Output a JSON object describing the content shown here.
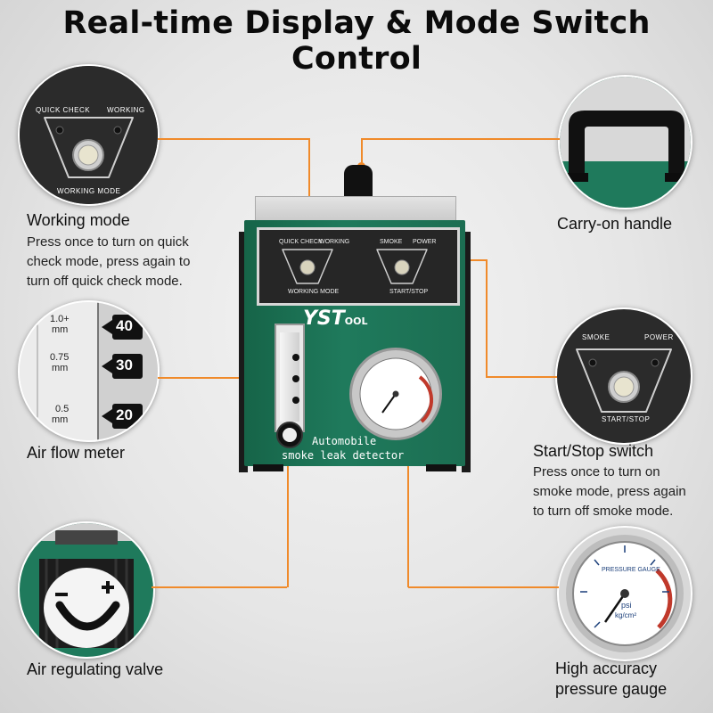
{
  "title": "Real-time Display & Mode Switch Control",
  "callouts": {
    "working_mode": {
      "title": "Working mode",
      "description_lines": [
        "Press once to turn on quick",
        "check mode, press again to",
        "turn off quick check mode."
      ]
    },
    "carry_handle": {
      "title": "Carry-on handle"
    },
    "air_flow_meter": {
      "title": "Air flow meter"
    },
    "start_stop": {
      "title": "Start/Stop switch",
      "description_lines": [
        "Press once to turn on",
        "smoke mode, press again",
        "to turn off smoke mode."
      ]
    },
    "air_valve": {
      "title": "Air regulating valve"
    },
    "pressure_gauge": {
      "title_lines": [
        "High accuracy",
        "pressure gauge"
      ]
    }
  },
  "zoom_working_mode": {
    "quick_check": "QUICK CHECK",
    "working": "WORKING",
    "working_mode": "WORKING MODE"
  },
  "zoom_start_stop": {
    "smoke": "SMOKE",
    "power": "POWER",
    "start_stop": "START/STOP"
  },
  "flow_meter": {
    "rows": [
      {
        "size": "1.0+",
        "unit": "mm",
        "mark": "40"
      },
      {
        "size": "0.75",
        "unit": "mm",
        "mark": "30"
      },
      {
        "size": "0.5",
        "unit": "mm",
        "mark": "20"
      }
    ]
  },
  "machine": {
    "panel_left": [
      "QUICK CHECK",
      "WORKING",
      "WORKING MODE"
    ],
    "panel_right": [
      "SMOKE",
      "POWER",
      "START/STOP"
    ],
    "brand_main": "YST",
    "brand_suffix": "OOL",
    "label_line1": "Automobile",
    "label_line2": "smoke leak detector"
  },
  "gauge": {
    "label": "PRESSURE GAUGE",
    "units": "psi",
    "units2": "kg/cm²"
  },
  "colors": {
    "accent": "#f08a2a",
    "body_green": "#1f7a5c",
    "panel_dark": "#2b2b2b"
  }
}
